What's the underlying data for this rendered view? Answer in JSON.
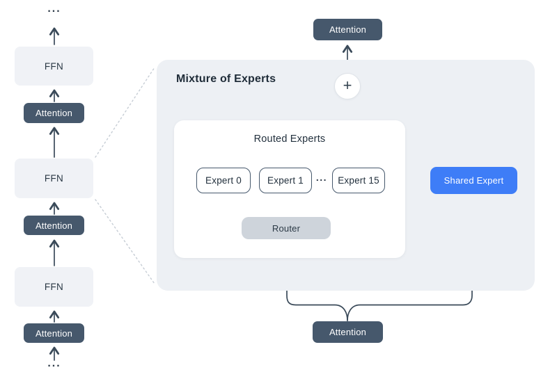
{
  "colors": {
    "dark-box": "#46586c",
    "dark-box-text": "#ffffff",
    "ffn-box-bg": "#f0f2f6",
    "moe-panel-bg": "#edf0f4",
    "router-bg": "#ced4db",
    "shared-expert-bg": "#3e7df7",
    "expert-border": "#46586c",
    "line": "#3a4a59",
    "dotted-line": "#c5ccd4",
    "text-dark": "#1f2c38",
    "plus-circle-border": "#dfe3e8"
  },
  "transformer_stack": {
    "ellipsis_top": "...",
    "ellipsis_bottom": "...",
    "blocks": [
      {
        "type": "ffn",
        "label": "FFN"
      },
      {
        "type": "attention",
        "label": "Attention"
      },
      {
        "type": "ffn",
        "label": "FFN"
      },
      {
        "type": "attention",
        "label": "Attention"
      },
      {
        "type": "ffn",
        "label": "FFN"
      },
      {
        "type": "attention",
        "label": "Attention"
      }
    ]
  },
  "moe_panel": {
    "title": "Mixture of Experts",
    "attention_top": "Attention",
    "attention_bottom": "Attention",
    "sum_symbol": "+",
    "routed_experts": {
      "title": "Routed Experts",
      "experts": [
        "Expert 0",
        "Expert 1",
        "Expert 15"
      ],
      "ellipsis": "..."
    },
    "router": "Router",
    "shared_expert": "Shared Expert"
  }
}
